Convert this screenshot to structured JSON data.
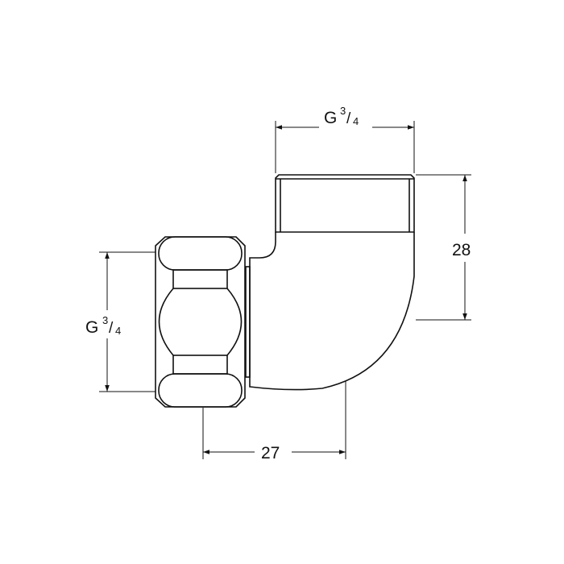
{
  "dimensions": {
    "top_thread": {
      "label": "G",
      "fraction_num": "3",
      "fraction_den": "4"
    },
    "left_thread": {
      "label": "G",
      "fraction_num": "3",
      "fraction_den": "4"
    },
    "height": "28",
    "depth": "27"
  },
  "colors": {
    "line": "#111111",
    "background": "#ffffff"
  }
}
